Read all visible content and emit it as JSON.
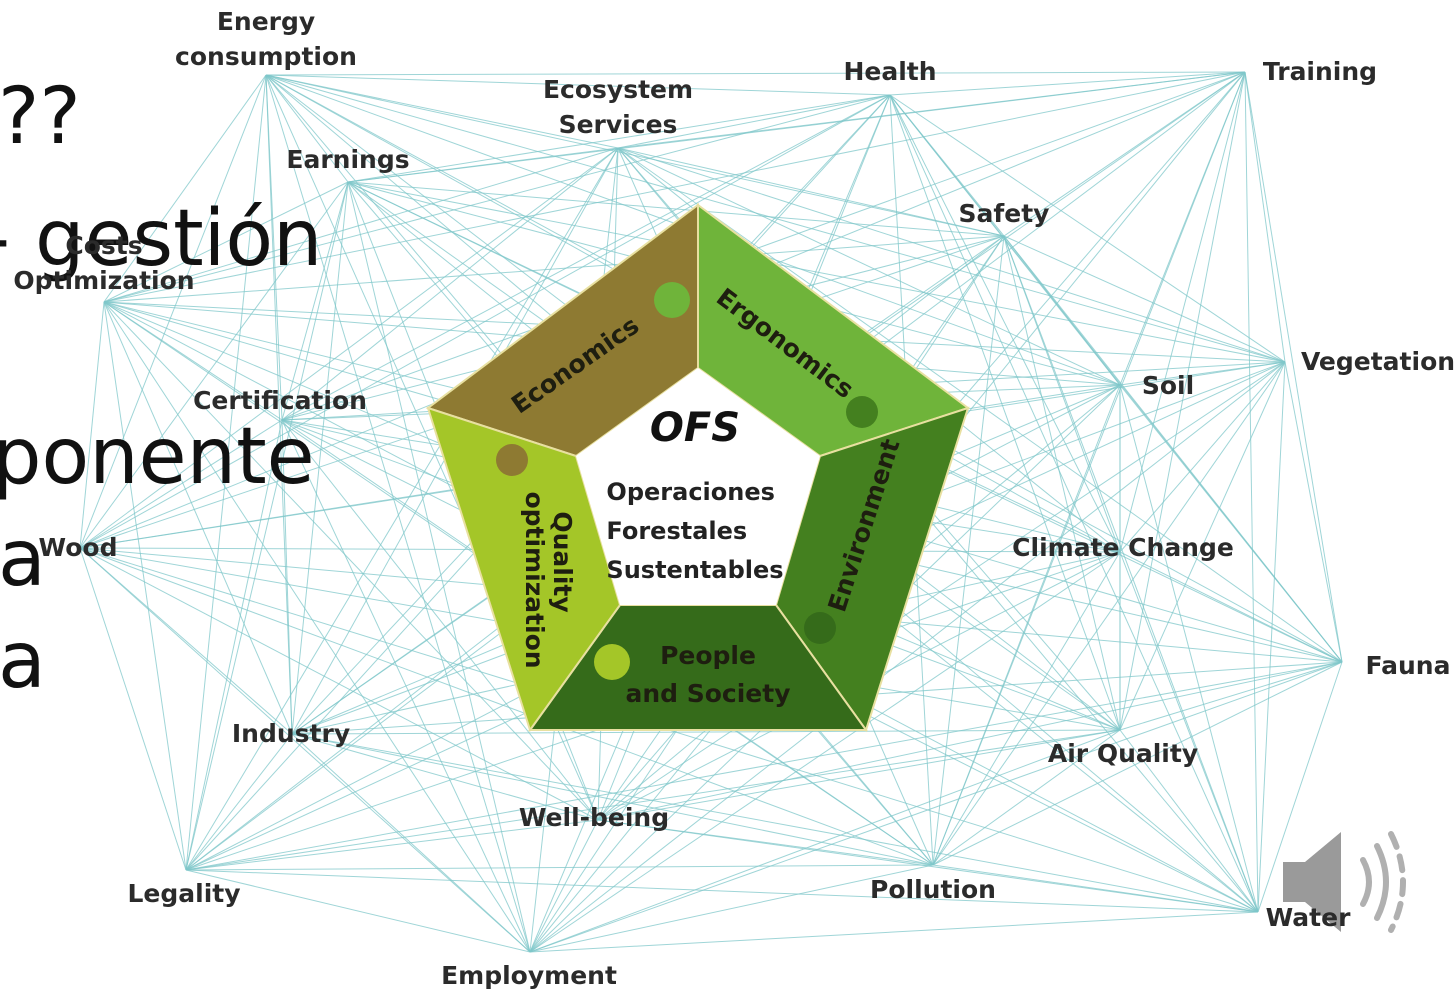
{
  "slide_text": [
    "??",
    "- gestión",
    "ponente",
    "a",
    "a"
  ],
  "nodes": [
    {
      "id": "energy",
      "label": "Energy\nconsumption"
    },
    {
      "id": "ecosystem",
      "label": "Ecosystem\nServices"
    },
    {
      "id": "health",
      "label": "Health"
    },
    {
      "id": "training",
      "label": "Training"
    },
    {
      "id": "earnings",
      "label": "Earnings"
    },
    {
      "id": "safety",
      "label": "Safety"
    },
    {
      "id": "costs",
      "label": "Costs\nOptimization"
    },
    {
      "id": "vegetation",
      "label": "Vegetation"
    },
    {
      "id": "certification",
      "label": "Certification"
    },
    {
      "id": "soil",
      "label": "Soil"
    },
    {
      "id": "wood",
      "label": "Wood"
    },
    {
      "id": "climate",
      "label": "Climate Change"
    },
    {
      "id": "fauna",
      "label": "Fauna"
    },
    {
      "id": "industry",
      "label": "Industry"
    },
    {
      "id": "airquality",
      "label": "Air Quality"
    },
    {
      "id": "wellbeing",
      "label": "Well-being"
    },
    {
      "id": "legality",
      "label": "Legality"
    },
    {
      "id": "pollution",
      "label": "Pollution"
    },
    {
      "id": "water",
      "label": "Water"
    },
    {
      "id": "employment",
      "label": "Employment"
    }
  ],
  "center": {
    "title": "OFS",
    "subtitle": "Operaciones\nForestales\nSustentables"
  },
  "segments": [
    {
      "id": "economics",
      "label": "Economics",
      "color": "#8e7a32"
    },
    {
      "id": "ergonomics",
      "label": "Ergonomics",
      "color": "#6fb43a"
    },
    {
      "id": "environment",
      "label": "Environment",
      "color": "#44801f"
    },
    {
      "id": "people",
      "label": "People\nand Society",
      "color": "#356b1a"
    },
    {
      "id": "quality",
      "label": "Quality\noptimization",
      "color": "#a4c628"
    }
  ],
  "colors": {
    "network_lines": "#7fc7c9",
    "speaker": "#9a9a9a"
  },
  "icons": {
    "speaker": "speaker-icon"
  }
}
